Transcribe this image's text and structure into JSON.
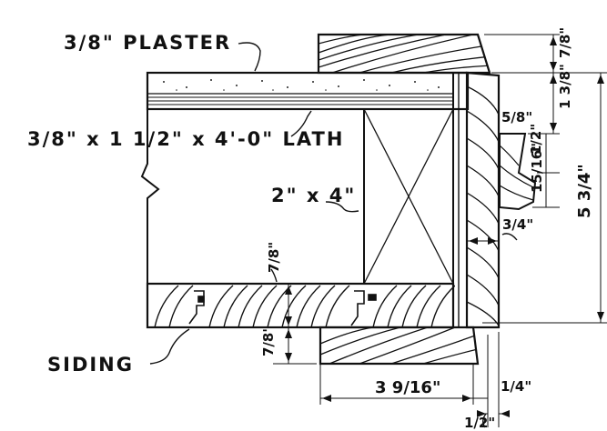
{
  "labels": {
    "plaster": "3/8\" PLASTER",
    "lath": "3/8\" x 1 1/2\" x 4'-0\" LATH",
    "stud": "2\" x 4\"",
    "siding": "SIDING"
  },
  "dimensions": {
    "d_7_8_top": "7/8\"",
    "d_1_3_8": "1 3/8\"",
    "d_5_8": "5/8\"",
    "d_1_2": "1/2\"",
    "d_15_16": "15/16\"",
    "d_5_3_4": "5 3/4\"",
    "d_3_4": "3/4\"",
    "d_7_8_siding_upper": "7/8\"",
    "d_7_8_siding_lower": "7/8\"",
    "d_3_9_16": "3 9/16\"",
    "d_1_4": "1/4\"",
    "d_1_2_bottom": "1/2\""
  }
}
